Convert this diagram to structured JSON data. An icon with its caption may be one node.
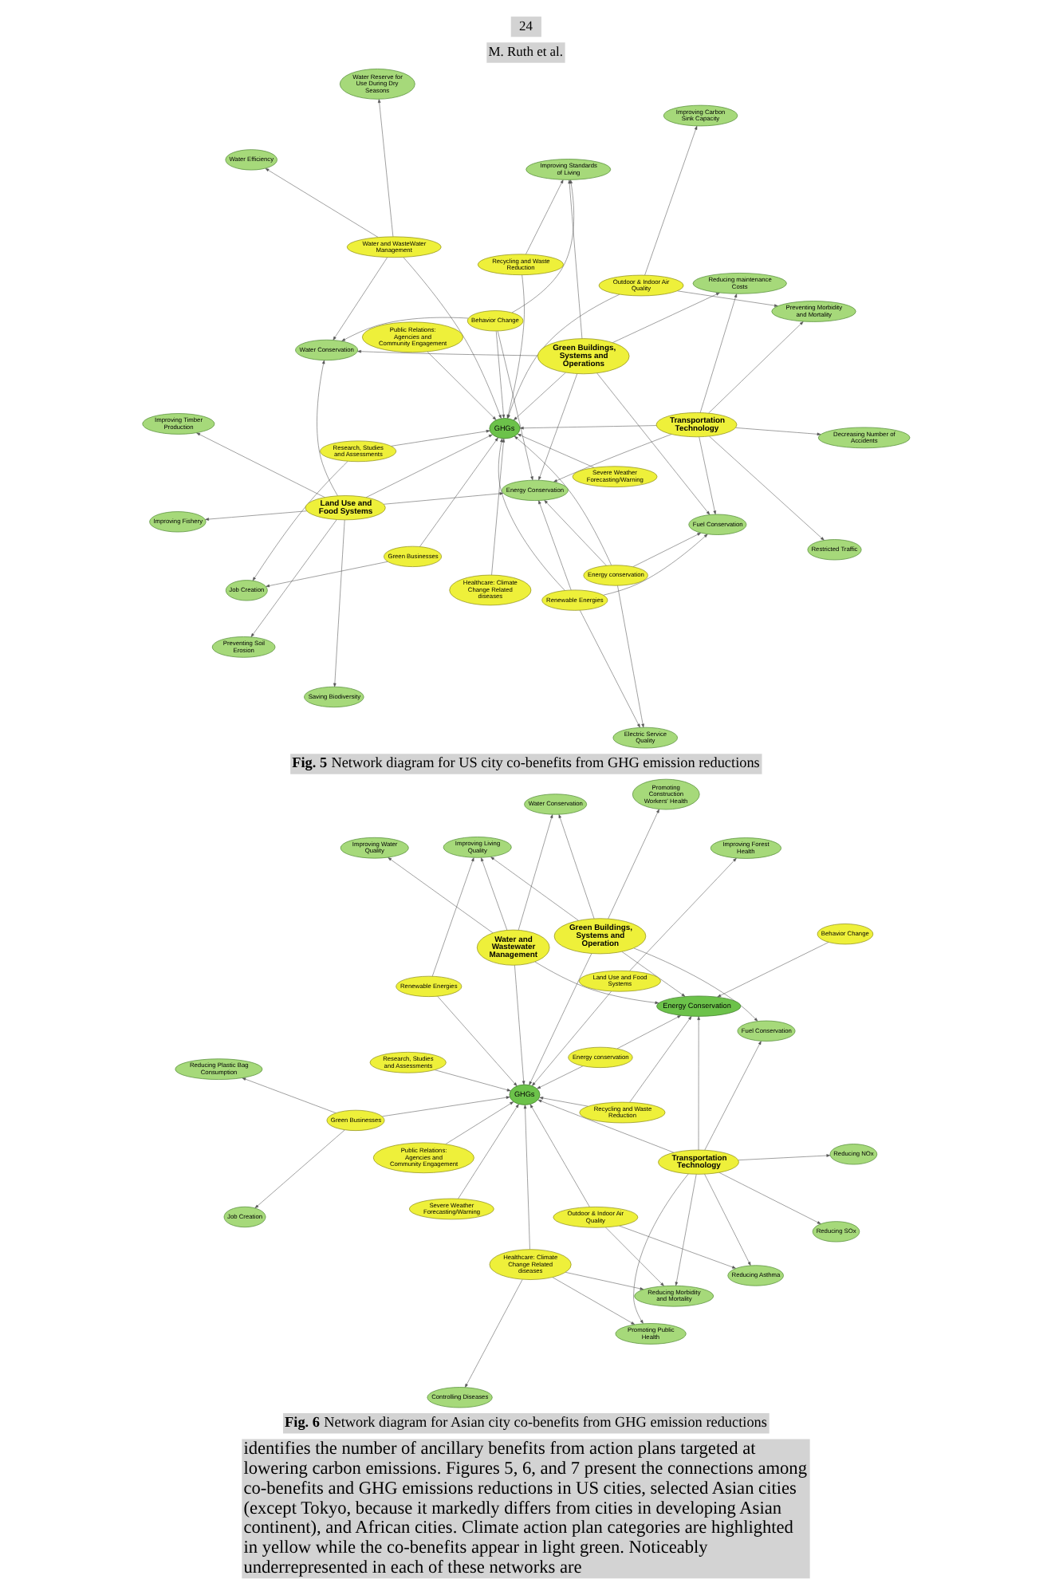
{
  "diagram": {
    "nodes": [
      {
        "text": [
          "Job Creation"
        ]
      },
      {
        "text": [
          "Severe Weather Forecasting/Warning"
        ]
      },
      {
        "text": [
          "Healthcare: Climate Change Related diseases"
        ]
      },
      {
        "text": [
          "Public Relations: Agencies and Community Engagement"
        ]
      },
      {
        "text": [
          "Energy conservation"
        ]
      },
      {
        "text": [
          "Research, Studies and Assessments"
        ]
      },
      {
        "text": [
          "Green Businesses"
        ]
      },
      {
        "text": [
          "Electric Service Quality"
        ]
      },
      {
        "text": [
          "Preventing Soil Erosion"
        ]
      },
      {
        "text": [
          "Renewable Energies"
        ]
      },
      {
        "text": [
          "Saving Biodiversity"
        ]
      },
      {
        "text": [
          "Land Use and Food Systems"
        ]
      },
      {
        "text": [
          "Energy Conservation"
        ]
      },
      {
        "text": [
          "Fuel Conservation"
        ]
      },
      {
        "text": [
          "Improving Timber Production"
        ]
      },
      {
        "text": [
          "GHGs"
        ]
      },
      {
        "text": [
          "Green Buildings, Systems and Operations"
        ]
      },
      {
        "text": [
          "Improving Standards of Living"
        ]
      },
      {
        "text": [
          "Improving Fishery"
        ]
      },
      {
        "text": [
          "Behavior Change"
        ]
      },
      {
        "text": [
          "Reducing maintenance Costs"
        ]
      },
      {
        "text": [
          "Water Efficiency"
        ]
      },
      {
        "text": [
          "Water and WasteWater Management"
        ]
      },
      {
        "text": [
          "Recycling and Waste Reduction"
        ]
      },
      {
        "text": [
          "Transportation Technology"
        ]
      },
      {
        "text": [
          "Restricted Traffic"
        ]
      },
      {
        "text": [
          "Water Reserve for Use During Dry Seasons"
        ]
      },
      {
        "text": [
          "Outdoor & Indoor Air Quality"
        ]
      },
      {
        "text": [
          "Water Conservation"
        ]
      },
      {
        "text": [
          "Decreasing Number of Accidents"
        ]
      },
      {
        "text": [
          "Preventing Morbidity and Mortality"
        ]
      },
      {
        "text": [
          "Improving Carbon Sink Capacity"
        ]
      },
      {
        "text": [
          "Job Creation"
        ]
      },
      {
        "text": [
          "Reducing Plastic Bag Consumption"
        ]
      },
      {
        "text": [
          "Controlling Diseases"
        ]
      },
      {
        "text": [
          "Green Businesses"
        ]
      },
      {
        "text": [
          "Research, Studies and Assessments"
        ]
      },
      {
        "text": [
          "Promoting Public Health"
        ]
      },
      {
        "text": [
          "Public Relations: Agencies and Community Engagement"
        ]
      },
      {
        "text": [
          "Energy conservation"
        ]
      },
      {
        "text": [
          "Severe Weather Forecasting/Warning"
        ]
      },
      {
        "text": [
          "Healthcare: Climate Change Related diseases"
        ]
      },
      {
        "text": [
          "Recycling and Waste Reduction"
        ]
      },
      {
        "text": [
          "GHGs"
        ]
      },
      {
        "text": [
          "Energy Conservation"
        ]
      },
      {
        "text": [
          "Land Use and Food Systems"
        ]
      },
      {
        "text": [
          "Improving Forest Health"
        ]
      },
      {
        "text": [
          "Reducing Morbidity and Mortality"
        ]
      },
      {
        "text": [
          "Behavior Change"
        ]
      },
      {
        "text": [
          "Renewable Energies"
        ]
      },
      {
        "text": [
          "Water and Wastewater Management"
        ]
      },
      {
        "text": [
          "Transportation Technology"
        ]
      },
      {
        "text": [
          "Reducing Asthma"
        ]
      },
      {
        "text": [
          "Improving Water Quality"
        ]
      },
      {
        "text": [
          "Green Buildings, Systems and Operation"
        ]
      },
      {
        "text": [
          "Reducing NOx"
        ]
      },
      {
        "text": [
          "Improving Living Quality"
        ]
      },
      {
        "text": [
          "Reducing SOx"
        ]
      },
      {
        "text": [
          "Fuel Conservation"
        ]
      },
      {
        "text": [
          "Promoting Construction Workers' Health"
        ]
      },
      {
        "text": [
          "Water Conservation"
        ]
      },
      {
        "text": [
          "Outdoor & Indoor Air Quality"
        ]
      }
    ],
    "edges": [
      {
        "from": 1,
        "to": 15,
        "arrow": "to"
      },
      {
        "from": 3,
        "to": 15,
        "arrow": "to"
      },
      {
        "from": 6,
        "to": 15,
        "arrow": "to"
      },
      {
        "from": 6,
        "to": 0,
        "arrow": "to"
      },
      {
        "from": 5,
        "to": 15,
        "arrow": "to"
      },
      {
        "from": 5,
        "to": 0,
        "arrow": "to"
      },
      {
        "from": 2,
        "to": 15,
        "arrow": "to"
      },
      {
        "from": 4,
        "to": 15,
        "arrow": "to"
      },
      {
        "from": 4,
        "to": 12,
        "arrow": "to"
      },
      {
        "from": 4,
        "to": 7,
        "arrow": "to"
      },
      {
        "from": 4,
        "to": 13,
        "arrow": "to"
      },
      {
        "from": 9,
        "to": 15,
        "arrow": "to"
      },
      {
        "from": 9,
        "to": 12,
        "arrow": "to"
      },
      {
        "from": 9,
        "to": 7,
        "arrow": "to"
      },
      {
        "from": 9,
        "to": 13,
        "arrow": "to"
      },
      {
        "from": 11,
        "to": 15,
        "arrow": "to"
      },
      {
        "from": 11,
        "to": 8,
        "arrow": "to"
      },
      {
        "from": 11,
        "to": 10,
        "arrow": "to"
      },
      {
        "from": 11,
        "to": 14,
        "arrow": "to"
      },
      {
        "from": 11,
        "to": 18,
        "arrow": "to"
      },
      {
        "from": 11,
        "to": 12,
        "arrow": "to"
      },
      {
        "from": 11,
        "to": 28,
        "arrow": "to"
      },
      {
        "from": 16,
        "to": 15,
        "arrow": "to"
      },
      {
        "from": 16,
        "to": 12,
        "arrow": "to"
      },
      {
        "from": 16,
        "to": 13,
        "arrow": "to"
      },
      {
        "from": 16,
        "to": 17,
        "arrow": "to"
      },
      {
        "from": 16,
        "to": 20,
        "arrow": "to"
      },
      {
        "from": 16,
        "to": 28,
        "arrow": "to"
      },
      {
        "from": 19,
        "to": 15,
        "arrow": "to"
      },
      {
        "from": 19,
        "to": 12,
        "arrow": "to"
      },
      {
        "from": 19,
        "to": 17,
        "arrow": "to"
      },
      {
        "from": 19,
        "to": 28,
        "arrow": "to"
      },
      {
        "from": 23,
        "to": 15,
        "arrow": "to"
      },
      {
        "from": 23,
        "to": 17,
        "arrow": "to"
      },
      {
        "from": 22,
        "to": 15,
        "arrow": "to"
      },
      {
        "from": 22,
        "to": 21,
        "arrow": "to"
      },
      {
        "from": 22,
        "to": 26,
        "arrow": "to"
      },
      {
        "from": 22,
        "to": 28,
        "arrow": "to"
      },
      {
        "from": 27,
        "to": 15,
        "arrow": "to"
      },
      {
        "from": 27,
        "to": 31,
        "arrow": "to"
      },
      {
        "from": 27,
        "to": 30,
        "arrow": "to"
      },
      {
        "from": 24,
        "to": 15,
        "arrow": "to"
      },
      {
        "from": 24,
        "to": 12,
        "arrow": "to"
      },
      {
        "from": 24,
        "to": 13,
        "arrow": "to"
      },
      {
        "from": 24,
        "to": 20,
        "arrow": "to"
      },
      {
        "from": 24,
        "to": 25,
        "arrow": "to"
      },
      {
        "from": 24,
        "to": 29,
        "arrow": "to"
      },
      {
        "from": 24,
        "to": 30,
        "arrow": "to"
      },
      {
        "from": 35,
        "to": 32,
        "arrow": "to"
      },
      {
        "from": 35,
        "to": 33,
        "arrow": "to"
      },
      {
        "from": 35,
        "to": 43,
        "arrow": "to"
      },
      {
        "from": 36,
        "to": 43,
        "arrow": "to"
      },
      {
        "from": 38,
        "to": 43,
        "arrow": "to"
      },
      {
        "from": 40,
        "to": 43,
        "arrow": "to"
      },
      {
        "from": 39,
        "to": 43,
        "arrow": "to"
      },
      {
        "from": 39,
        "to": 44,
        "arrow": "to"
      },
      {
        "from": 41,
        "to": 34,
        "arrow": "to"
      },
      {
        "from": 41,
        "to": 37,
        "arrow": "to"
      },
      {
        "from": 41,
        "to": 47,
        "arrow": "to"
      },
      {
        "from": 41,
        "to": 43,
        "arrow": "to"
      },
      {
        "from": 42,
        "to": 43,
        "arrow": "to"
      },
      {
        "from": 42,
        "to": 44,
        "arrow": "to"
      },
      {
        "from": 45,
        "to": 43,
        "arrow": "to"
      },
      {
        "from": 45,
        "to": 46,
        "arrow": "to"
      },
      {
        "from": 48,
        "to": 44,
        "arrow": "to"
      },
      {
        "from": 49,
        "to": 43,
        "arrow": "to"
      },
      {
        "from": 49,
        "to": 56,
        "arrow": "to"
      },
      {
        "from": 50,
        "to": 43,
        "arrow": "to"
      },
      {
        "from": 50,
        "to": 44,
        "arrow": "to"
      },
      {
        "from": 50,
        "to": 53,
        "arrow": "to"
      },
      {
        "from": 50,
        "to": 56,
        "arrow": "to"
      },
      {
        "from": 50,
        "to": 60,
        "arrow": "to"
      },
      {
        "from": 51,
        "to": 43,
        "arrow": "to"
      },
      {
        "from": 51,
        "to": 44,
        "arrow": "to"
      },
      {
        "from": 51,
        "to": 47,
        "arrow": "to"
      },
      {
        "from": 51,
        "to": 37,
        "arrow": "to"
      },
      {
        "from": 51,
        "to": 52,
        "arrow": "to"
      },
      {
        "from": 51,
        "to": 55,
        "arrow": "to"
      },
      {
        "from": 51,
        "to": 57,
        "arrow": "to"
      },
      {
        "from": 51,
        "to": 58,
        "arrow": "to"
      },
      {
        "from": 54,
        "to": 43,
        "arrow": "to"
      },
      {
        "from": 54,
        "to": 44,
        "arrow": "to"
      },
      {
        "from": 54,
        "to": 56,
        "arrow": "to"
      },
      {
        "from": 54,
        "to": 60,
        "arrow": "to"
      },
      {
        "from": 54,
        "to": 58,
        "arrow": "to"
      },
      {
        "from": 54,
        "to": 59,
        "arrow": "to"
      },
      {
        "from": 61,
        "to": 43,
        "arrow": "to"
      },
      {
        "from": 61,
        "to": 47,
        "arrow": "to"
      },
      {
        "from": 61,
        "to": 52,
        "arrow": "to"
      }
    ],
    "labels": [
      "24",
      "M. Ruth et al.",
      "**Fig. 5** Network diagram for US city co-benefits from GHG emission reductions",
      "**Fig. 6** Network diagram for Asian city co-benefits from GHG emission reductions",
      "identifies the number of ancillary benefits from action plans targeted at lowering carbon emissions. Figures 5, 6, and 7 present the connections among co-benefits and GHG emissions reductions in US cities, selected Asian cities (except Tokyo, because it markedly differs from cities in developing Asian continent), and African cities. Climate action plan categories are highlighted in yellow while the co-benefits appear in light green. Noticeably underrepresented in each of these networks are"
    ]
  }
}
